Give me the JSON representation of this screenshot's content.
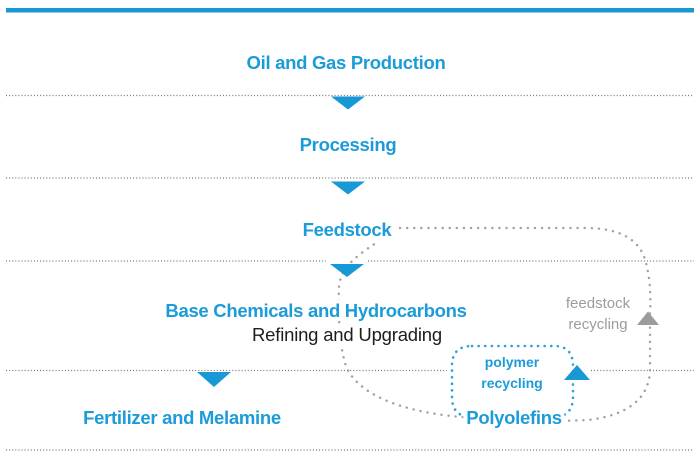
{
  "diagram": {
    "stages": [
      {
        "id": "oil-gas-production",
        "label": "Oil and Gas Production"
      },
      {
        "id": "processing",
        "label": "Processing"
      },
      {
        "id": "feedstock",
        "label": "Feedstock"
      },
      {
        "id": "base-chemicals",
        "label": "Base Chemicals and Hydrocarbons",
        "sublabel": "Refining and Upgrading"
      },
      {
        "id": "fertilizer-melamine",
        "label": "Fertilizer and Melamine"
      },
      {
        "id": "polyolefins",
        "label": "Polyolefins"
      }
    ],
    "loops": [
      {
        "id": "polymer-recycling",
        "line1": "polymer",
        "line2": "recycling",
        "color": "#1b9cd8"
      },
      {
        "id": "feedstock-recycling",
        "line1": "feedstock",
        "line2": "recycling",
        "color": "#9c9c9c"
      }
    ],
    "colors": {
      "accent_blue": "#1b9cd8",
      "recycle_gray": "#9c9c9c",
      "divider_gray": "#5f5f5f",
      "text_dark": "#1d1d1b"
    }
  }
}
